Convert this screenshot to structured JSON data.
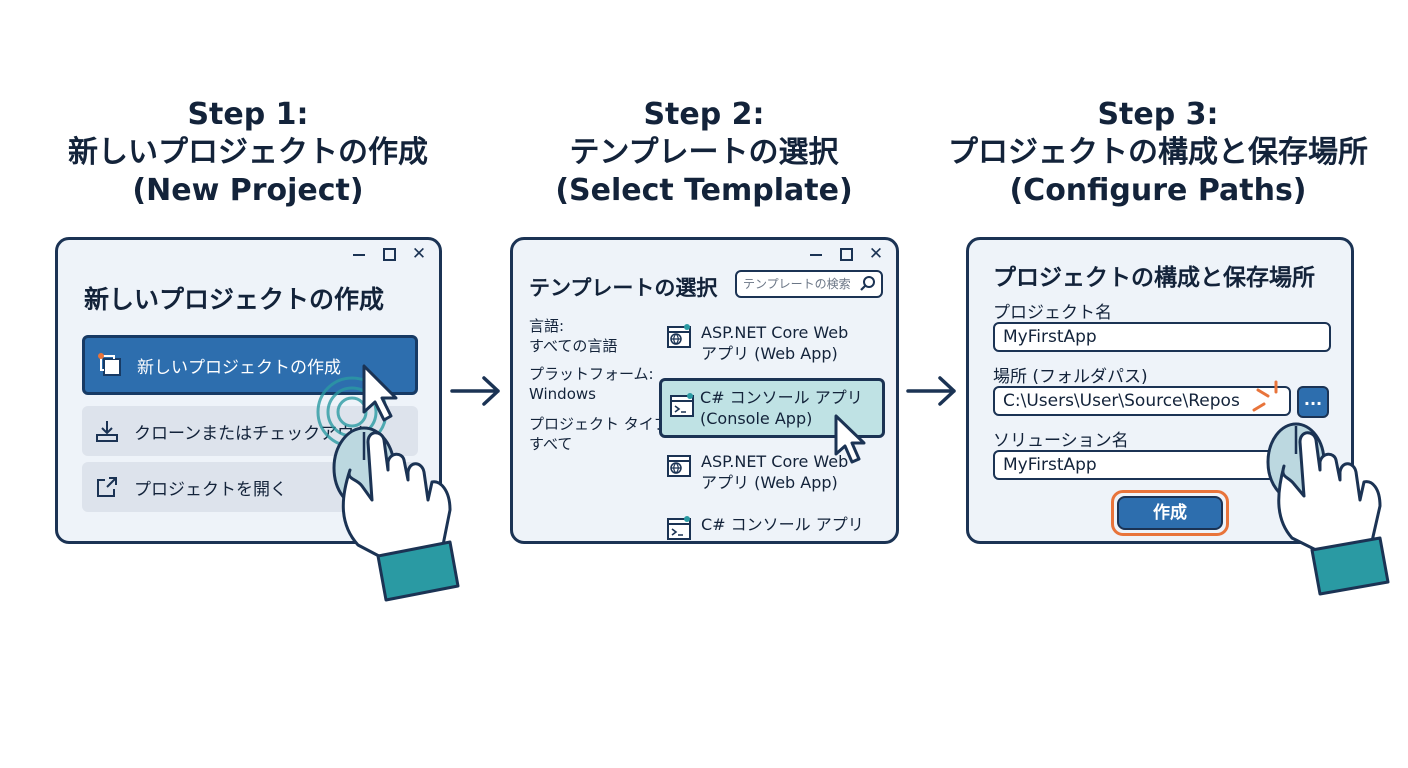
{
  "steps": [
    {
      "title": [
        "Step 1:",
        "新しいプロジェクトの作成",
        "(New Project)"
      ],
      "window_title": "新しいプロジェクトの作成",
      "options": [
        {
          "label": "新しいプロジェクトの作成",
          "icon": "new-project-icon"
        },
        {
          "label": "クローンまたはチェックアウト",
          "icon": "download-icon"
        },
        {
          "label": "プロジェクトを開く",
          "icon": "open-external-icon"
        }
      ]
    },
    {
      "title": [
        "Step 2:",
        "テンプレートの選択",
        "(Select Template)"
      ],
      "window_title": "テンプレートの選択",
      "search_placeholder": "テンプレートの検索",
      "filters": [
        {
          "label": "言語:",
          "value": "すべての言語"
        },
        {
          "label": "プラットフォーム:",
          "value": "Windows"
        },
        {
          "label": "プロジェクト タイプ:",
          "value": "すべて"
        }
      ],
      "templates": [
        {
          "line1": "ASP.NET Core Web",
          "line2": "アプリ (Web App)",
          "icon": "web-globe-icon"
        },
        {
          "line1": "C# コンソール アプリ",
          "line2": "(Console App)",
          "icon": "console-icon",
          "selected": true
        },
        {
          "line1": "ASP.NET Core Web",
          "line2": "アプリ (Web App)",
          "icon": "web-globe-icon"
        },
        {
          "line1": "C# コンソール アプリ",
          "line2": "",
          "icon": "console-icon"
        }
      ]
    },
    {
      "title": [
        "Step 3:",
        "プロジェクトの構成と保存場所",
        "(Configure Paths)"
      ],
      "window_title": "プロジェクトの構成と保存場所",
      "fields": [
        {
          "label": "プロジェクト名",
          "value": "MyFirstApp"
        },
        {
          "label": "場所 (フォルダパス)",
          "value": "C:\\Users\\User\\Source\\Repos"
        },
        {
          "label": "ソリューション名",
          "value": "MyFirstApp"
        }
      ],
      "browse_label": "...",
      "create_label": "作成"
    }
  ],
  "colors": {
    "primary": "#2d6eae",
    "outline": "#1b3354",
    "panel": "#eef3f9",
    "selected": "#bfe2e4",
    "highlight": "#e8743b",
    "cuff": "#2a9aa3"
  }
}
